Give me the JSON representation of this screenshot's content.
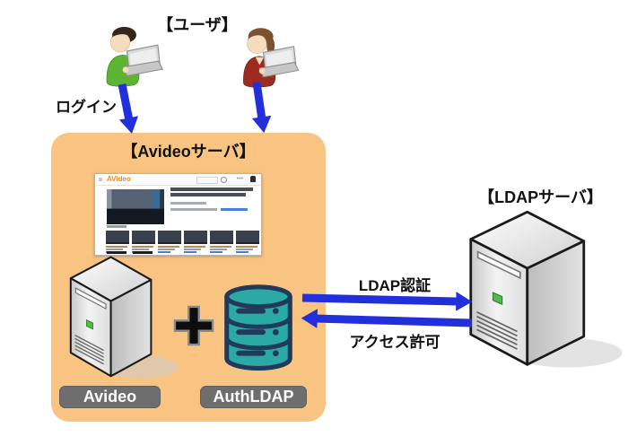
{
  "diagram": {
    "users": {
      "title": "【ユーザ】",
      "login_label": "ログイン"
    },
    "avideo_server": {
      "title": "【Avideoサーバ】",
      "site_logo": "AVideo",
      "thumbnail_count": 6,
      "plus_sign": "+",
      "badge_avideo": "Avideo",
      "badge_authldap": "AuthLDAP"
    },
    "ldap_server": {
      "title": "【LDAPサーバ】"
    },
    "flows": {
      "ldap_auth_label": "LDAP認証",
      "access_grant_label": "アクセス許可"
    },
    "colors": {
      "box_fill": "#F9C481",
      "arrow_blue": "#2230DC",
      "badge_gray": "#6E6E6E",
      "db_fill": "#2BA9A5",
      "db_stroke": "#21395B",
      "shirt_green": "#5CB531",
      "shirt_red": "#9E2B1F"
    }
  }
}
